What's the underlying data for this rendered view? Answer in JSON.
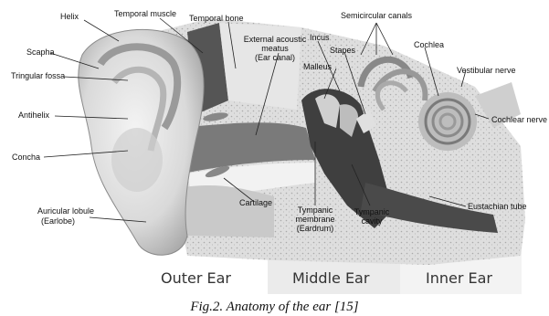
{
  "labels": {
    "helix": "Helix",
    "temporal_muscle": "Temporal muscle",
    "temporal_bone": "Temporal bone",
    "semicircular_canals": "Semicircular canals",
    "scapha": "Scapha",
    "tringular_fossa": "Tringular fossa",
    "antihelix": "Antihelix",
    "concha": "Concha",
    "auricular_lobule": "Auricular lobule",
    "earlobe": "(Earlobe)",
    "external_acoustic_1": "External acoustic",
    "external_acoustic_2": "meatus",
    "external_acoustic_3": "(Ear canal)",
    "incus": "Incus",
    "stapes": "Stapes",
    "malleus": "Malleus",
    "cochlea": "Cochlea",
    "vestibular_nerve": "Vestibular nerve",
    "cochlear_nerve": "Cochlear nerve",
    "cartilage": "Cartilage",
    "tympanic_membrane_1": "Tympanic",
    "tympanic_membrane_2": "membrane",
    "tympanic_membrane_3": "(Eardrum)",
    "tympanic_cavity_1": "Tympanic",
    "tympanic_cavity_2": "cavity",
    "eustachian_tube": "Eustachian tube"
  },
  "regions": {
    "outer": "Outer Ear",
    "middle": "Middle Ear",
    "inner": "Inner Ear"
  },
  "caption": "Fig.2. Anatomy of the ear [15]"
}
